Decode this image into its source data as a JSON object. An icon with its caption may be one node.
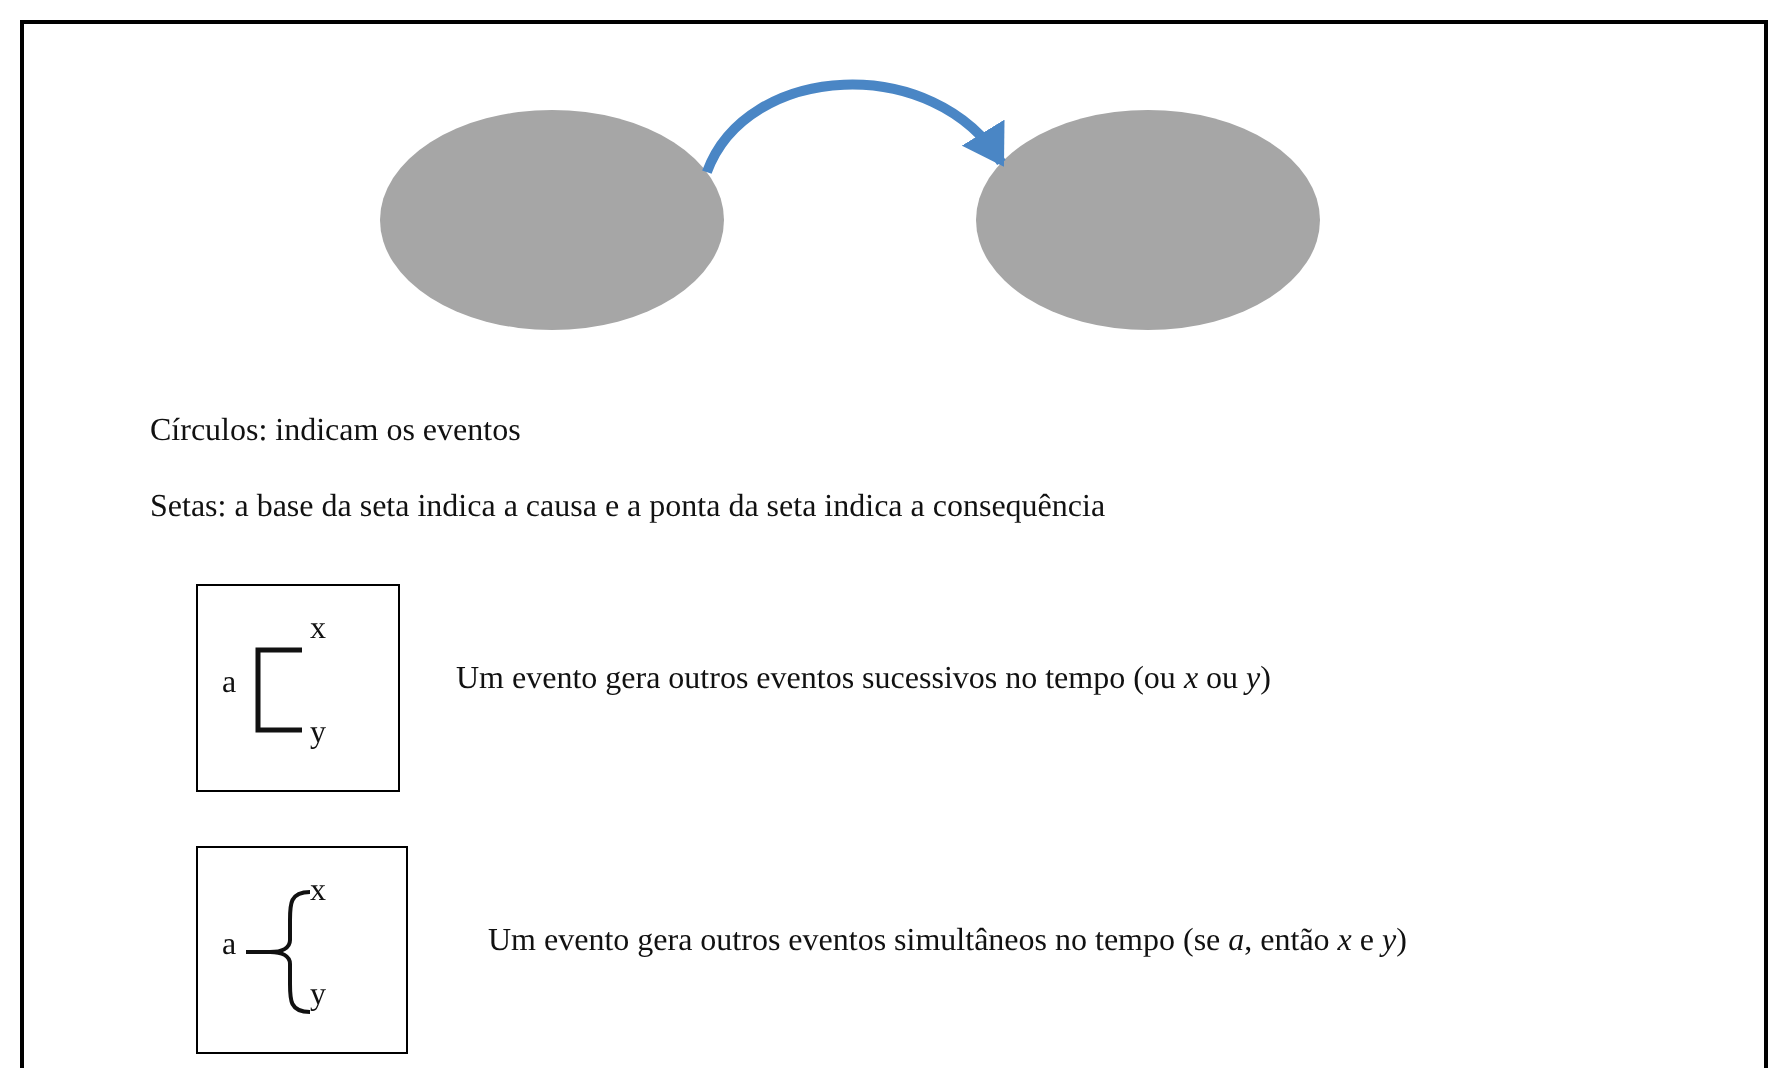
{
  "diagram": {
    "nodes": [
      {
        "text": [],
        "shape": "circle"
      },
      {
        "text": [],
        "shape": "circle"
      },
      {
        "text": [
          "a",
          "x",
          "y"
        ],
        "beside": [
          "Um evento gera outros eventos sucessivos no tempo (ou *x* ou *y*)"
        ]
      },
      {
        "text": [
          "a",
          "x",
          "y"
        ],
        "beside": [
          "Um evento gera outros eventos simultâneos no tempo (se *a*, então *x* e *y*)"
        ]
      }
    ],
    "edges": [
      {
        "from": 0,
        "to": 1,
        "arrow": "to",
        "color": "#4a86c5"
      }
    ],
    "labels": [
      "Círculos: indicam os eventos",
      "Setas: a base da seta indica a causa e a ponta da seta indica a consequência"
    ]
  }
}
